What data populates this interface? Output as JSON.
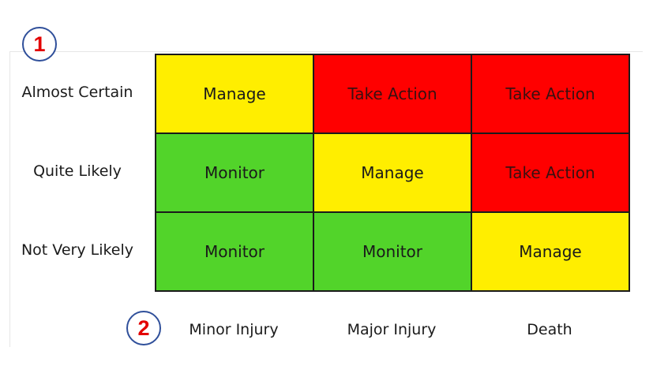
{
  "badges": {
    "first": "1",
    "second": "2"
  },
  "likelihood_labels": [
    "Almost Certain",
    "Quite Likely",
    "Not Very Likely"
  ],
  "severity_labels": [
    "Minor Injury",
    "Major Injury",
    "Death"
  ],
  "matrix": {
    "rows": [
      [
        "Manage",
        "Take Action",
        "Take Action"
      ],
      [
        "Monitor",
        "Manage",
        "Take Action"
      ],
      [
        "Monitor",
        "Monitor",
        "Manage"
      ]
    ]
  },
  "colors": {
    "manage": "#ffee00",
    "take_action": "#ff0000",
    "monitor": "#52d42a",
    "badge_number": "#e30000",
    "badge_ring": "#2f4f9a"
  }
}
